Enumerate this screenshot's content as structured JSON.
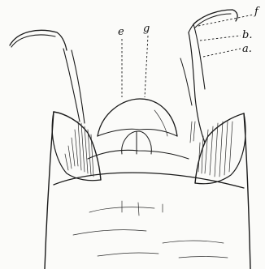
{
  "figure": {
    "labels": {
      "a": "a.",
      "b": "b.",
      "f": "f",
      "e": "e",
      "g": "g"
    }
  }
}
